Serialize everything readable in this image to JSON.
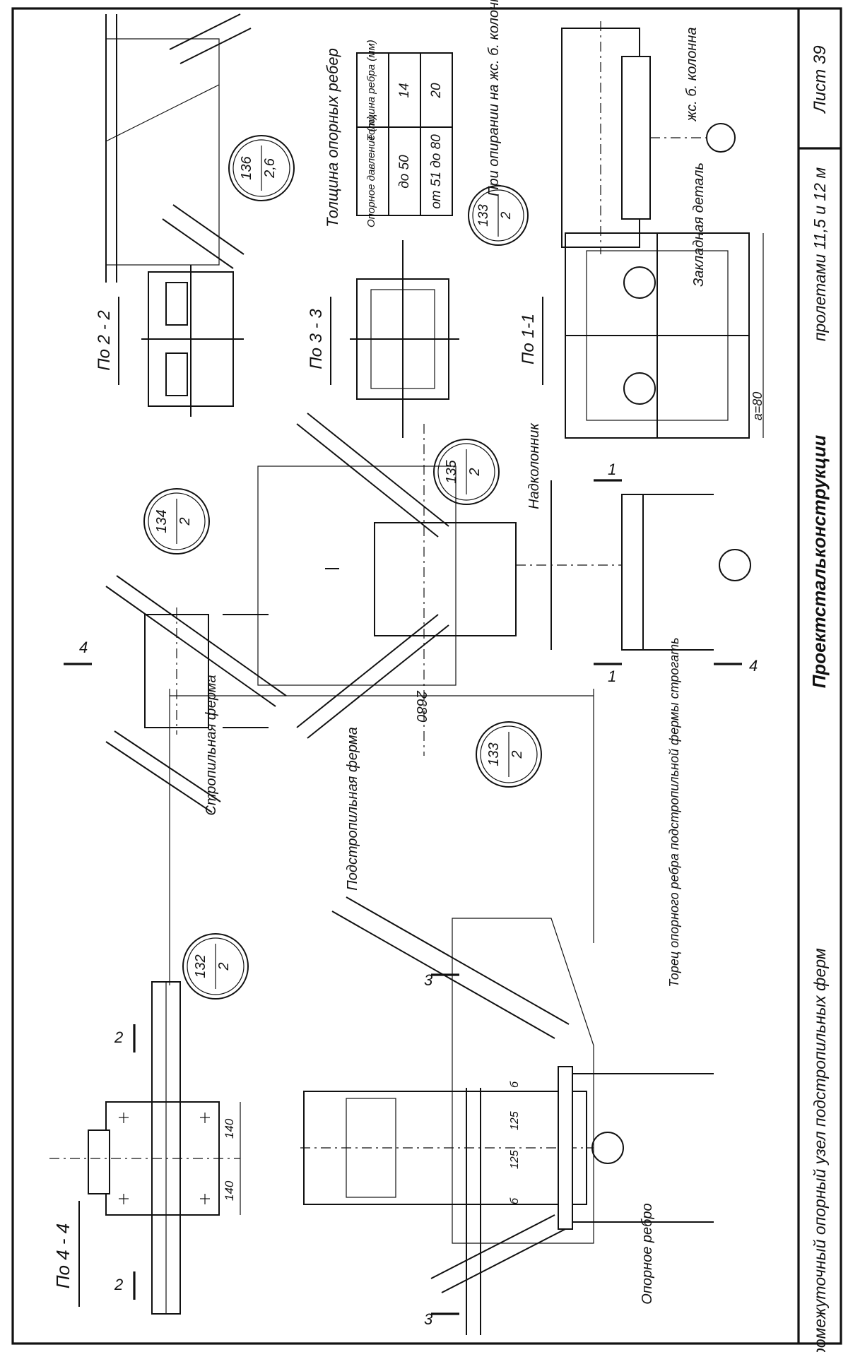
{
  "title_block": {
    "main_title": "Промежуточный опорный узел подстропильных ферм",
    "series_title": "Проектстальконструкции",
    "spans": "пролетами 11,5 и 12 м",
    "sheet": "Лист 39"
  },
  "sections": {
    "s44": "По 4 - 4",
    "s22": "По 2 - 2",
    "s33": "По 3 - 3",
    "s11": "По 1-1"
  },
  "section_marks": {
    "two": "2",
    "three": "3",
    "four": "4",
    "one": "1"
  },
  "node_refs": [
    {
      "top": "132",
      "bottom": "2"
    },
    {
      "top": "133",
      "bottom": "2"
    },
    {
      "top": "134",
      "bottom": "2"
    },
    {
      "top": "135",
      "bottom": "2"
    },
    {
      "top": "133",
      "bottom": "2"
    },
    {
      "top": "136",
      "bottom": "2,6"
    }
  ],
  "labels": {
    "podstropilnaya": "Подстропильная ферма",
    "stropilnaya": "Стропильная ферма",
    "nadkolonnik": "Надколонник",
    "opornoe_rebro": "Опорное ребро",
    "torets": "Торец опорного ребра подстропильной фермы строгать",
    "zakladnaya": "Закладная деталь",
    "zhb_kolonna": "жс. б. колонна",
    "pri_opiranii": "При опирании на жс. б. колонну",
    "rib_table_title": "Толщина опорных ребер"
  },
  "dimensions": {
    "d2680": "2680",
    "d140a": "140",
    "d140b": "140",
    "d125a": "125",
    "d125b": "125",
    "d6a": "б",
    "d6b": "б",
    "a80": "а=80"
  },
  "rib_table": {
    "headers": [
      "Опорное давление (т)",
      "Толщина ребра (мм)"
    ],
    "rows": [
      [
        "до 50",
        "14"
      ],
      [
        "от 51 до 80",
        "20"
      ]
    ]
  }
}
